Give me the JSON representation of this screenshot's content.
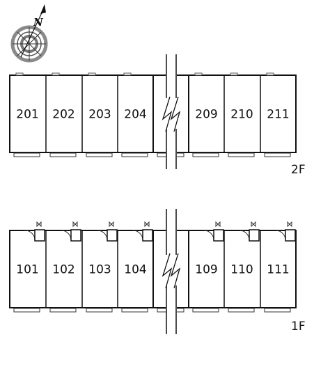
{
  "compass": {
    "north_label": "N"
  },
  "floors": [
    {
      "label": "2F",
      "units": [
        "201",
        "202",
        "203",
        "204",
        "209",
        "210",
        "211"
      ]
    },
    {
      "label": "1F",
      "units": [
        "101",
        "102",
        "103",
        "104",
        "109",
        "110",
        "111"
      ]
    }
  ],
  "colors": {
    "line": "#111111",
    "compass_ring": "#8a8a8a",
    "compass_dark": "#555555"
  }
}
